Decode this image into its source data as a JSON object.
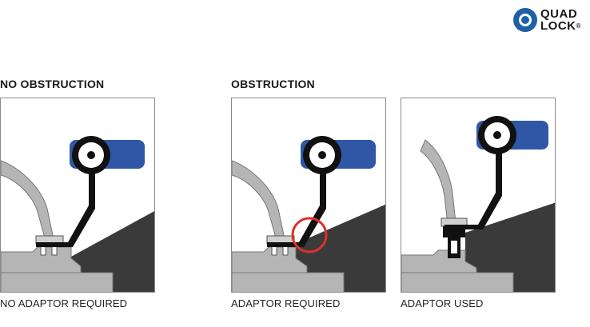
{
  "brand": {
    "logo_line1": "QUAD",
    "logo_line2": "LOCK",
    "logo_mark": "®",
    "color": "#1f5fa8"
  },
  "headings": {
    "left": "NO OBSTRUCTION",
    "right": "OBSTRUCTION"
  },
  "panels": [
    {
      "caption": "NO ADAPTOR REQUIRED",
      "icon": "mount-no-adaptor"
    },
    {
      "caption": "ADAPTOR REQUIRED",
      "icon": "mount-obstruction-highlight"
    },
    {
      "caption": "ADAPTOR USED",
      "icon": "mount-with-adaptor"
    }
  ],
  "colors": {
    "mount_blue": "#2f57a6",
    "stem_black": "#111111",
    "obstruction_dark": "#3a3a3a",
    "frame_grey": "#b5b5b5",
    "highlight_red": "#d8332b"
  }
}
